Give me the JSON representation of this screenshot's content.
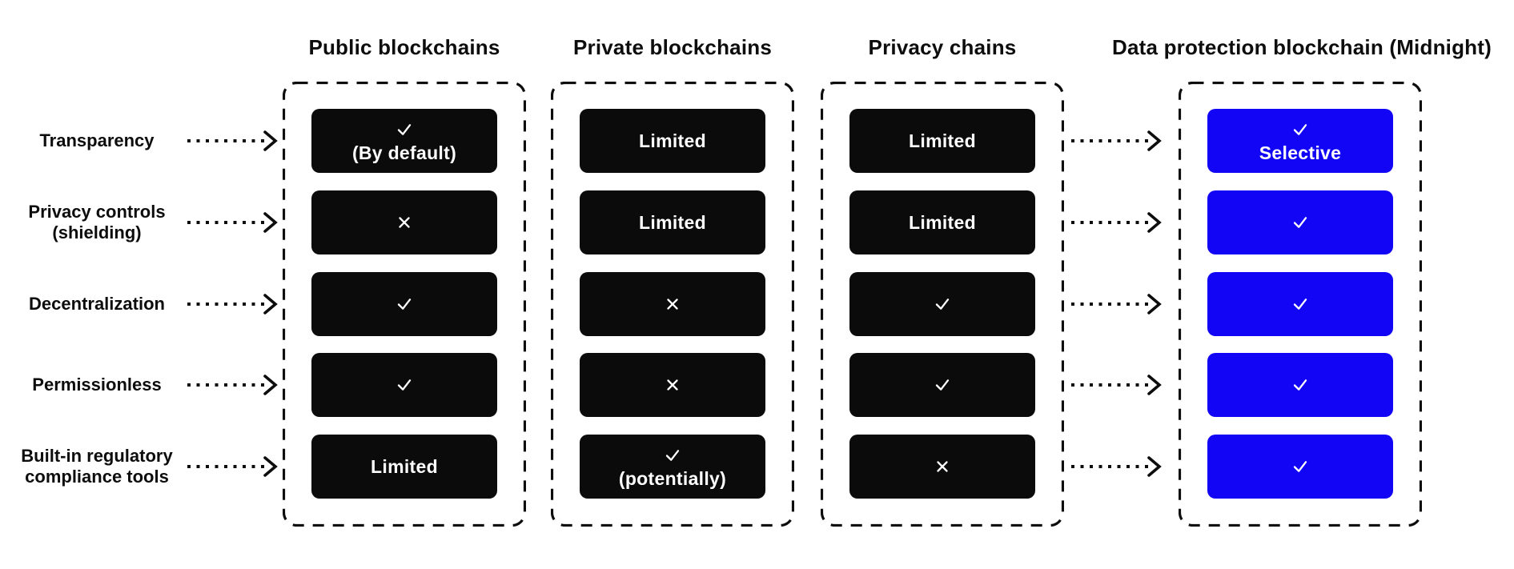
{
  "diagram_title": "",
  "colors": {
    "black_cell": "#0b0b0b",
    "midnight_blue_cell": "#1205f5",
    "line": "#0d0d0d",
    "cell_text": "#ffffff"
  },
  "rows": [
    {
      "label_lines": [
        "Transparency"
      ]
    },
    {
      "label_lines": [
        "Privacy controls",
        "(shielding)"
      ]
    },
    {
      "label_lines": [
        "Decentralization"
      ]
    },
    {
      "label_lines": [
        "Permissionless"
      ]
    },
    {
      "label_lines": [
        "Built-in regulatory",
        "compliance tools"
      ]
    }
  ],
  "columns": [
    {
      "header": "Public blockchains",
      "cell_style": "black",
      "cells": [
        {
          "mark": "check",
          "label": "(By default)"
        },
        {
          "mark": "cross",
          "label": ""
        },
        {
          "mark": "check",
          "label": ""
        },
        {
          "mark": "check",
          "label": ""
        },
        {
          "mark": "",
          "label": "Limited"
        }
      ]
    },
    {
      "header": "Private blockchains",
      "cell_style": "black",
      "cells": [
        {
          "mark": "",
          "label": "Limited"
        },
        {
          "mark": "",
          "label": "Limited"
        },
        {
          "mark": "cross",
          "label": ""
        },
        {
          "mark": "cross",
          "label": ""
        },
        {
          "mark": "check",
          "label": "(potentially)"
        }
      ]
    },
    {
      "header": "Privacy chains",
      "cell_style": "black",
      "cells": [
        {
          "mark": "",
          "label": "Limited"
        },
        {
          "mark": "",
          "label": "Limited"
        },
        {
          "mark": "check",
          "label": ""
        },
        {
          "mark": "check",
          "label": ""
        },
        {
          "mark": "cross",
          "label": ""
        }
      ]
    },
    {
      "header": "Data protection blockchain (Midnight)",
      "cell_style": "blue",
      "cells": [
        {
          "mark": "check",
          "label": "Selective"
        },
        {
          "mark": "check",
          "label": ""
        },
        {
          "mark": "check",
          "label": ""
        },
        {
          "mark": "check",
          "label": ""
        },
        {
          "mark": "check",
          "label": ""
        }
      ]
    }
  ],
  "arrows": {
    "left_arrow_rows": [
      0,
      1,
      2,
      3,
      4
    ],
    "right_arrow_rows": [
      0,
      1,
      2,
      3,
      4
    ]
  }
}
